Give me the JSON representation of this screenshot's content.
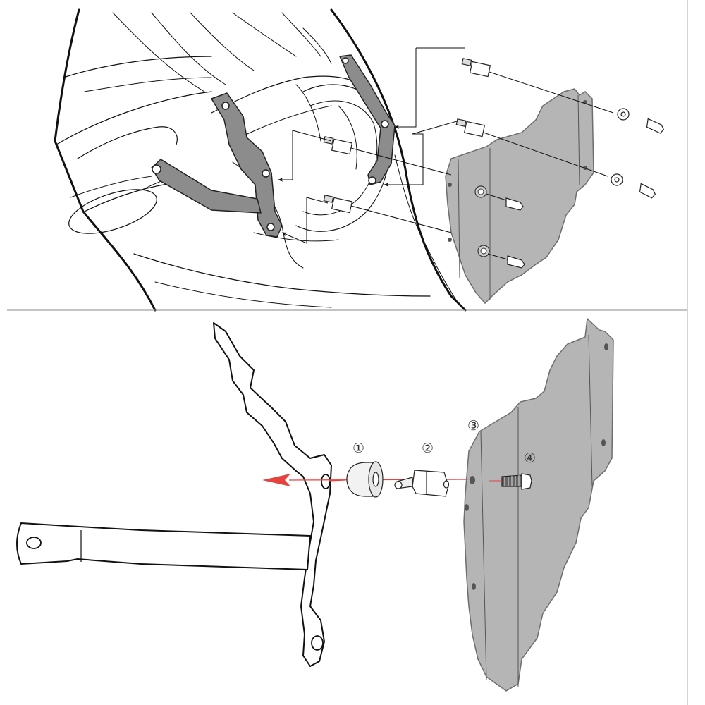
{
  "figure": {
    "top_panel": {
      "description_items": [
        "motorcycle-fairing",
        "mounting-bracket",
        "windshield-panel",
        "spacers",
        "washers",
        "bolts"
      ]
    },
    "bottom_panel": {
      "callouts": [
        {
          "id": "rubber-grommet",
          "label": "①"
        },
        {
          "id": "spacer-standoff",
          "label": "②"
        },
        {
          "id": "windshield-panel",
          "label": "③"
        },
        {
          "id": "mounting-screw",
          "label": "④"
        }
      ],
      "arrow_color": "#e8423f"
    },
    "colors": {
      "line": "#111111",
      "thin_line": "#333333",
      "panel_fill": "#a8a8a8",
      "panel_edge": "#6e6e6e",
      "bracket_fill": "#8c8c8c",
      "divider": "#888888"
    }
  }
}
